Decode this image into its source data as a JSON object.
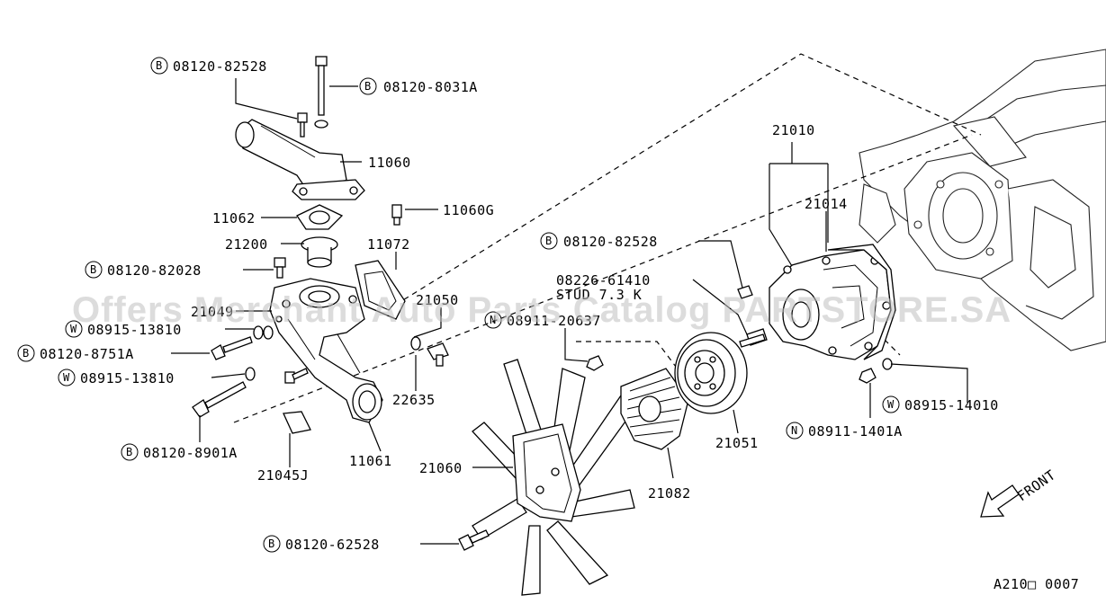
{
  "diagram": {
    "code": "A210□ 0007",
    "front_label": "FRONT",
    "watermark": "Offers Merchant Auto Parts Catalog PARTSTORE.SA",
    "partial_label": "STUD 7.3 K",
    "symbols": {
      "bolt": "B",
      "washer": "W",
      "nut": "N"
    },
    "callouts": [
      {
        "id": "b-08120-82528-top",
        "symbol": "B",
        "number": "08120-82528"
      },
      {
        "id": "b-08120-8031a",
        "symbol": "B",
        "number": "08120-8031A"
      },
      {
        "id": "p-11060",
        "symbol": "",
        "number": "11060"
      },
      {
        "id": "p-11062",
        "symbol": "",
        "number": "11062"
      },
      {
        "id": "p-11060g",
        "symbol": "",
        "number": "11060G"
      },
      {
        "id": "p-21200",
        "symbol": "",
        "number": "21200"
      },
      {
        "id": "p-11072",
        "symbol": "",
        "number": "11072"
      },
      {
        "id": "b-08120-82028",
        "symbol": "B",
        "number": "08120-82028"
      },
      {
        "id": "p-21050",
        "symbol": "",
        "number": "21050"
      },
      {
        "id": "p-21049",
        "symbol": "",
        "number": "21049"
      },
      {
        "id": "w-08915-13810-a",
        "symbol": "W",
        "number": "08915-13810"
      },
      {
        "id": "b-08120-8751a",
        "symbol": "B",
        "number": "08120-8751A"
      },
      {
        "id": "w-08915-13810-b",
        "symbol": "W",
        "number": "08915-13810"
      },
      {
        "id": "p-22635",
        "symbol": "",
        "number": "22635"
      },
      {
        "id": "b-08120-8901a",
        "symbol": "B",
        "number": "08120-8901A"
      },
      {
        "id": "p-11061",
        "symbol": "",
        "number": "11061"
      },
      {
        "id": "p-21045j",
        "symbol": "",
        "number": "21045J"
      },
      {
        "id": "p-21060",
        "symbol": "",
        "number": "21060"
      },
      {
        "id": "b-08120-62528",
        "symbol": "B",
        "number": "08120-62528"
      },
      {
        "id": "n-08911-20637",
        "symbol": "N",
        "number": "08911-20637"
      },
      {
        "id": "p-08226-61410",
        "symbol": "",
        "number": "08226-61410"
      },
      {
        "id": "b-08120-82528-mid",
        "symbol": "B",
        "number": "08120-82528"
      },
      {
        "id": "p-21010",
        "symbol": "",
        "number": "21010"
      },
      {
        "id": "p-21014",
        "symbol": "",
        "number": "21014"
      },
      {
        "id": "p-21051",
        "symbol": "",
        "number": "21051"
      },
      {
        "id": "p-21082",
        "symbol": "",
        "number": "21082"
      },
      {
        "id": "w-08915-14010",
        "symbol": "W",
        "number": "08915-14010"
      },
      {
        "id": "n-08911-1401a",
        "symbol": "N",
        "number": "08911-1401A"
      }
    ]
  }
}
